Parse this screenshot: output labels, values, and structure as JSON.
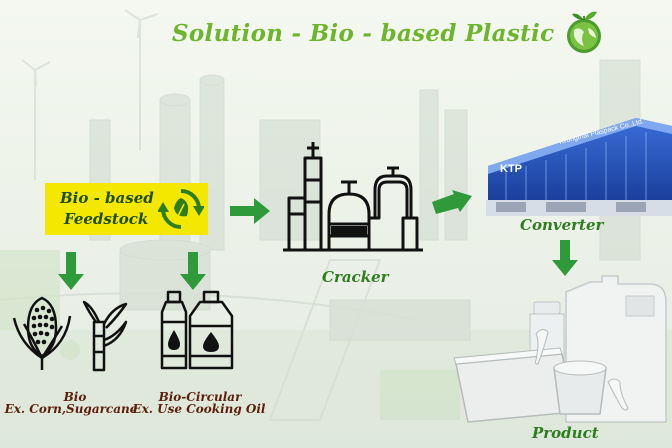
{
  "title": "Solution - Bio - based  Plastic",
  "feedstock": {
    "line1": "Bio - based",
    "line2": "Feedstock"
  },
  "cracker_label": "Cracker",
  "converter_label": "Converter",
  "product_label": "Product",
  "bio": {
    "line1": "Bio",
    "line2": "Ex. Corn,Sugarcane"
  },
  "bio_circular": {
    "line1": "Bio-Circular",
    "line2": "Ex. Use Cooking Oil"
  },
  "factory_sign": {
    "brand": "KTP",
    "name": "Krungthai Plaspack Co.,Ltd."
  },
  "colors": {
    "title": "#6cb52c",
    "arrow": "#2e9a3a",
    "box": "#f4e800",
    "label": "#2e7d1f",
    "sub_label": "#5a1f0a"
  },
  "icons": [
    "globe-leaf-icon",
    "recycle-leaf-icon",
    "corn-icon",
    "sugarcane-icon",
    "oil-bottles-icon",
    "cracker-plant-icon",
    "factory-image",
    "plastic-containers-image"
  ]
}
